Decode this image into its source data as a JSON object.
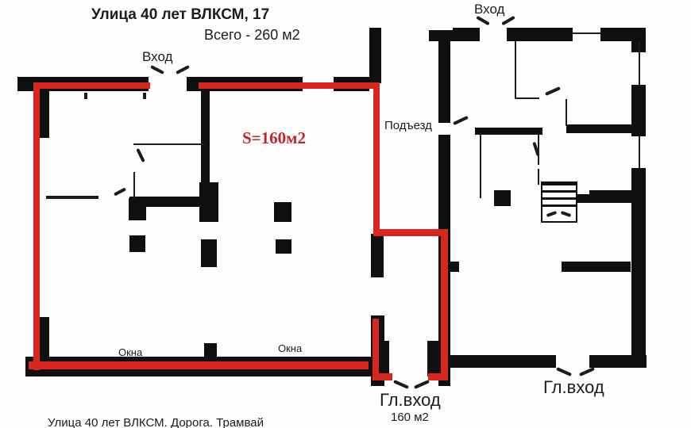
{
  "header": {
    "title": "Улица 40 лет ВЛКСМ, 17",
    "subtitle": "Всего - 260 м2"
  },
  "labels": {
    "entrance_left": "Вход",
    "entrance_top_right": "Вход",
    "stairwell": "Подъезд",
    "area": "S=160м2",
    "windows_left": "Окна",
    "windows_right": "Окна",
    "main_entrance_center": "Гл.вход",
    "main_entrance_center_area": "160 м2",
    "main_entrance_right": "Гл.вход",
    "street_caption": "Улица 40 лет ВЛКСМ. Дорога. Трамвай"
  },
  "colors": {
    "highlight_outline": "#d8271e",
    "area_text": "#c2252c",
    "walls": "#101010"
  }
}
